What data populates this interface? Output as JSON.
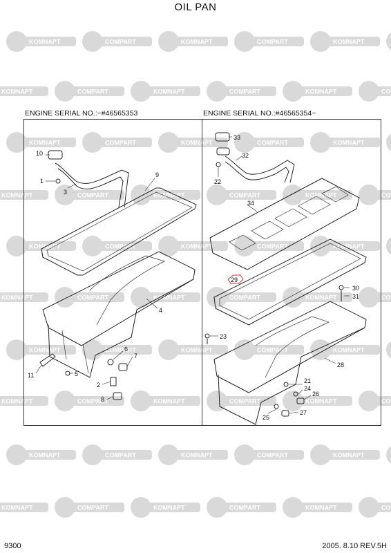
{
  "page": {
    "title": "OIL PAN",
    "page_number": "9300",
    "revision": "2005. 8.10  REV.5H"
  },
  "sections": {
    "left_serial": "ENGINE SERIAL NO.:~#46565353",
    "right_serial": "ENGINE SERIAL NO.:#46565354~"
  },
  "watermark": {
    "text_a": "KOMNAPT",
    "text_b": "COMPART",
    "color": "#d9d9d9"
  },
  "callouts": {
    "left": [
      "10",
      "9",
      "1",
      "3",
      "4",
      "6",
      "7",
      "11",
      "5",
      "2",
      "8"
    ],
    "right": [
      "33",
      "32",
      "22",
      "34",
      "29",
      "30",
      "31",
      "23",
      "28",
      "21",
      "24",
      "26",
      "25",
      "27"
    ]
  }
}
